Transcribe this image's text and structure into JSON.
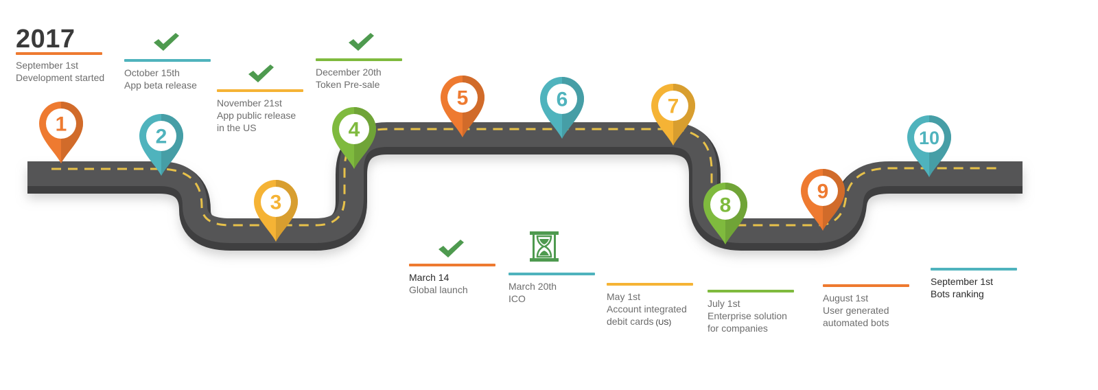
{
  "year": "2017",
  "colors": {
    "orange": "#ee7a30",
    "teal": "#4fb3bd",
    "yellow": "#f5b335",
    "green": "#7fba3e",
    "road": "#555556",
    "road_edge": "#3f3f40",
    "road_dash": "#e7c14a",
    "check": "#4e9a4f"
  },
  "pins": [
    {
      "number": "1",
      "color": "orange"
    },
    {
      "number": "2",
      "color": "teal"
    },
    {
      "number": "3",
      "color": "yellow"
    },
    {
      "number": "4",
      "color": "green"
    },
    {
      "number": "5",
      "color": "orange"
    },
    {
      "number": "6",
      "color": "teal"
    },
    {
      "number": "7",
      "color": "yellow"
    },
    {
      "number": "8",
      "color": "green"
    },
    {
      "number": "9",
      "color": "orange"
    },
    {
      "number": "10",
      "color": "teal"
    }
  ],
  "milestones": [
    {
      "date": "September 1st",
      "description": "Development started",
      "color": "orange",
      "status": "",
      "note": ""
    },
    {
      "date": "October 15th",
      "description": "App beta release",
      "color": "teal",
      "status": "done",
      "note": ""
    },
    {
      "date": "November 21st",
      "description": "App public release\nin the US",
      "color": "yellow",
      "status": "done",
      "note": ""
    },
    {
      "date": "December 20th",
      "description": "Token Pre-sale",
      "color": "green",
      "status": "done",
      "note": ""
    },
    {
      "date": "March 14",
      "description": "Global launch",
      "color": "orange",
      "status": "done",
      "note": ""
    },
    {
      "date": "March 20th",
      "description": "ICO",
      "color": "teal",
      "status": "in-progress",
      "note": ""
    },
    {
      "date": "May 1st",
      "description": "Account integrated\ndebit cards",
      "color": "yellow",
      "status": "",
      "note": "(US)"
    },
    {
      "date": "July 1st",
      "description": "Enterprise solution\nfor companies",
      "color": "green",
      "status": "",
      "note": ""
    },
    {
      "date": "August 1st",
      "description": "User generated\nautomated bots",
      "color": "orange",
      "status": "",
      "note": ""
    },
    {
      "date": "September 1st",
      "description": "Bots ranking",
      "color": "teal",
      "status": "",
      "note": ""
    }
  ],
  "icons": {
    "done": "checkmark-icon",
    "in-progress": "hourglass-icon"
  }
}
